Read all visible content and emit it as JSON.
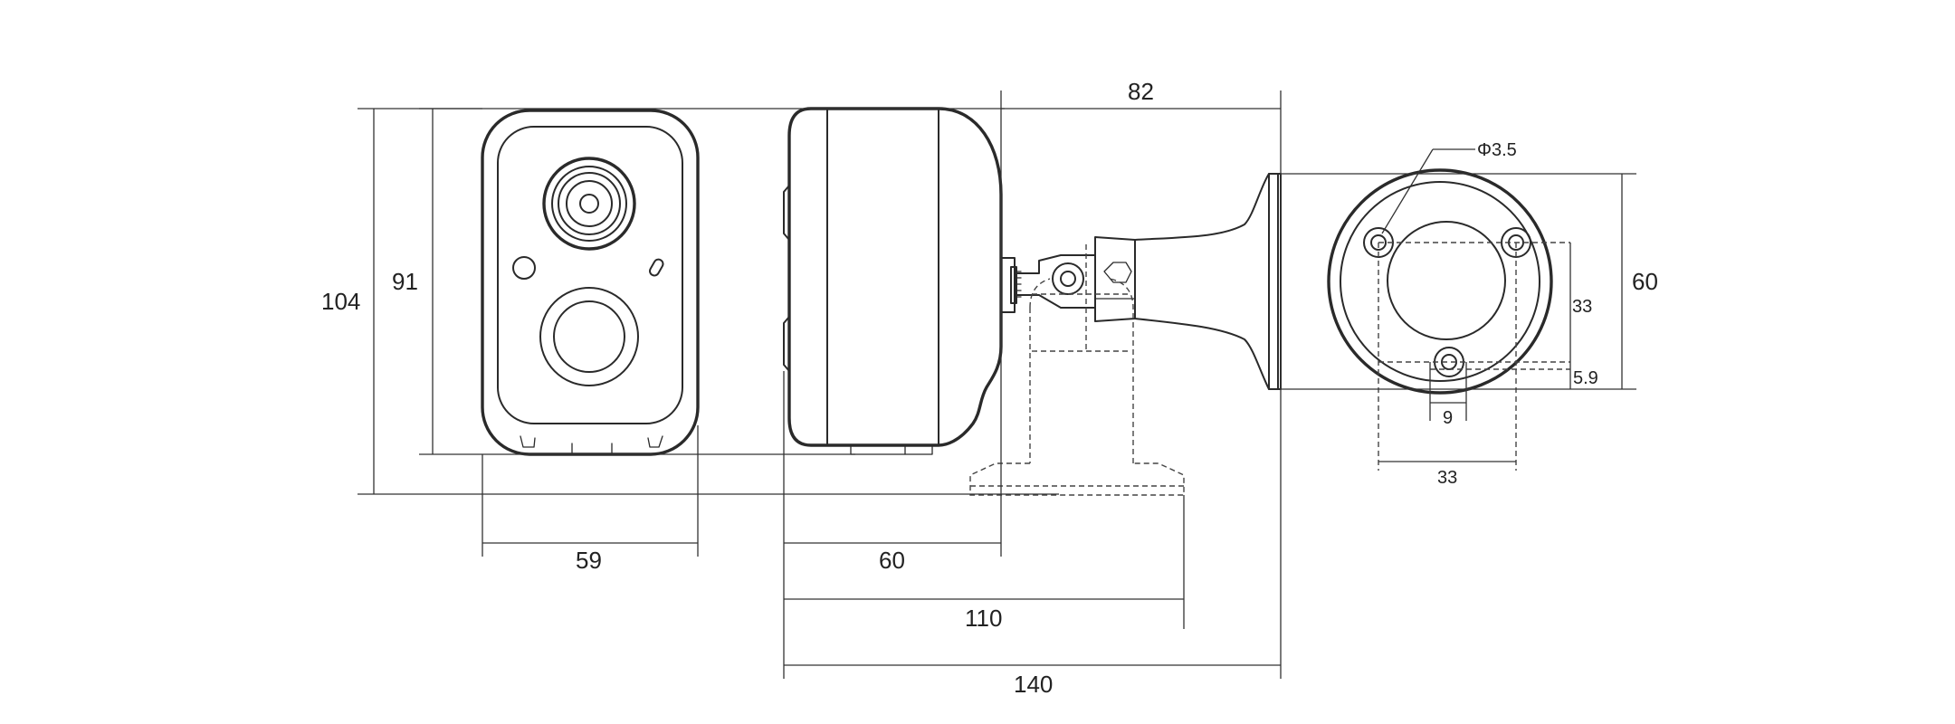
{
  "dimensions": {
    "total_height": "104",
    "body_height": "91",
    "front_width": "59",
    "side_depth": "60",
    "bracket_depth": "110",
    "overall_depth": "140",
    "arm_length": "82",
    "base_diameter": "60",
    "hole_spacing_vertical": "33",
    "hole_spacing_horizontal": "33",
    "hole_offset": "5.9",
    "hole_width": "9",
    "screw_hole": "Φ3.5"
  },
  "colors": {
    "line": "#2a2a2a",
    "background": "#ffffff"
  }
}
